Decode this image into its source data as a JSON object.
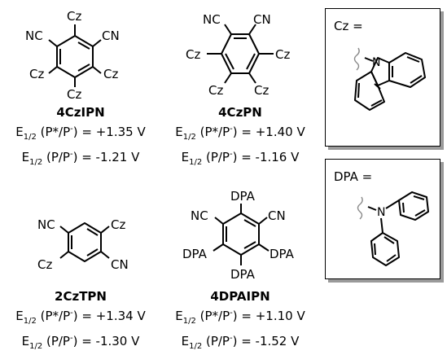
{
  "compounds": [
    {
      "name": "4CzIPN",
      "e_ox_label": "E",
      "sub": "1/2",
      "ox_couple": "(P*/P",
      "ox_sup": "-",
      "ox_val": ") = +1.35 V",
      "red_couple": "(P/P",
      "red_sup": "-",
      "red_val": ") = -1.21 V",
      "substituents": {
        "top": "Cz",
        "upper_left": "NC",
        "upper_right": "CN",
        "lower_left": "Cz",
        "lower_right": "Cz",
        "bottom": "Cz"
      }
    },
    {
      "name": "4CzPN",
      "e_ox_label": "E",
      "sub": "1/2",
      "ox_couple": "(P*/P",
      "ox_sup": "-",
      "ox_val": ") = +1.40 V",
      "red_couple": "(P/P",
      "red_sup": "-",
      "red_val": ") = -1.16 V",
      "substituents": {
        "top_left": "NC",
        "top_right": "CN",
        "left": "Cz",
        "right": "Cz",
        "bottom_left": "Cz",
        "bottom_right": "Cz"
      }
    },
    {
      "name": "2CzTPN",
      "e_ox_label": "E",
      "sub": "1/2",
      "ox_couple": "(P*/P",
      "ox_sup": "-",
      "ox_val": ") = +1.34 V",
      "red_couple": "(P/P",
      "red_sup": "-",
      "red_val": ") = -1.30 V",
      "substituents": {
        "upper_left": "NC",
        "upper_right": "Cz",
        "lower_left": "Cz",
        "lower_right": "CN"
      }
    },
    {
      "name": "4DPAIPN",
      "e_ox_label": "E",
      "sub": "1/2",
      "ox_couple": "(P*/P",
      "ox_sup": "-",
      "ox_val": ") = +1.10 V",
      "red_couple": "(P/P",
      "red_sup": "-",
      "red_val": ") = -1.52 V",
      "substituents": {
        "top": "DPA",
        "upper_left": "NC",
        "upper_right": "CN",
        "lower_left": "DPA",
        "lower_right": "DPA",
        "bottom": "DPA"
      }
    }
  ],
  "legend": {
    "cz_label": "Cz =",
    "cz_atom": "N",
    "dpa_label": "DPA =",
    "dpa_atom": "N"
  }
}
